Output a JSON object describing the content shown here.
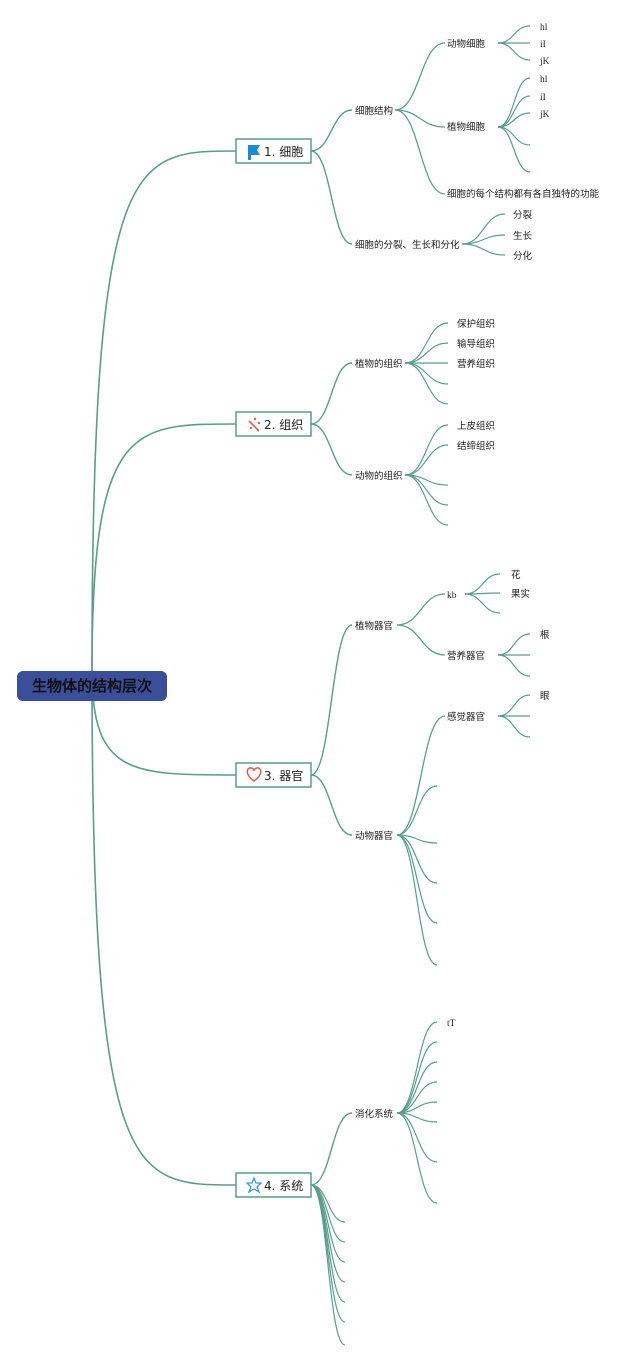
{
  "colors": {
    "line": "#5a9e8a",
    "root_bg": "#3b4e9a",
    "box_border": "#5a9e8a",
    "flag": "#1b8ad4",
    "wand": "#e05a4a",
    "heart": "#e05a4a",
    "star": "#3a9ad9"
  },
  "root": {
    "label": "生物体的结构层次"
  },
  "branches": [
    {
      "label": "1. 细胞",
      "icon": "flag-icon",
      "topics": [
        {
          "label": "细胞结构",
          "subs": [
            {
              "label": "动物细胞",
              "leaves": [
                "hl",
                "iI",
                "jK"
              ]
            },
            {
              "label": "植物细胞",
              "leaves": [
                "hl",
                "iI",
                "jK",
                "",
                ""
              ]
            },
            {
              "label": "细胞的每个结构都有各自独特的功能",
              "leaves": []
            }
          ]
        },
        {
          "label": "细胞的分裂、生长和分化",
          "leaves": [
            "分裂",
            "生长",
            "分化"
          ]
        }
      ]
    },
    {
      "label": "2. 组织",
      "icon": "magic-wand-icon",
      "topics": [
        {
          "label": "植物的组织",
          "leaves": [
            "保护组织",
            "输导组织",
            "营养组织",
            "",
            ""
          ]
        },
        {
          "label": "动物的组织",
          "leaves": [
            "上皮组织",
            "结缔组织",
            "",
            "",
            ""
          ]
        }
      ]
    },
    {
      "label": "3. 器官",
      "icon": "heart-icon",
      "topics": [
        {
          "label": "植物器官",
          "subs": [
            {
              "label": "kb",
              "leaves": [
                "花",
                "果实",
                ""
              ]
            },
            {
              "label": "营养器官",
              "leaves": [
                "根",
                "",
                ""
              ]
            }
          ]
        },
        {
          "label": "动物器官",
          "subs": [
            {
              "label": "感觉器官",
              "leaves": [
                "眼",
                "",
                ""
              ]
            },
            {
              "label": "",
              "leaves": []
            },
            {
              "label": "",
              "leaves": []
            },
            {
              "label": "",
              "leaves": []
            },
            {
              "label": "",
              "leaves": []
            },
            {
              "label": "",
              "leaves": []
            }
          ]
        }
      ]
    },
    {
      "label": "4. 系统",
      "icon": "star-icon",
      "topics": [
        {
          "label": "消化系统",
          "leaves": [
            "tT",
            "",
            "",
            "",
            "",
            "",
            ""
          ]
        },
        {
          "label": "",
          "leaves": []
        },
        {
          "label": "",
          "leaves": []
        },
        {
          "label": "",
          "leaves": []
        },
        {
          "label": "",
          "leaves": []
        },
        {
          "label": "",
          "leaves": []
        },
        {
          "label": "",
          "leaves": []
        },
        {
          "label": "",
          "leaves": []
        }
      ]
    }
  ]
}
